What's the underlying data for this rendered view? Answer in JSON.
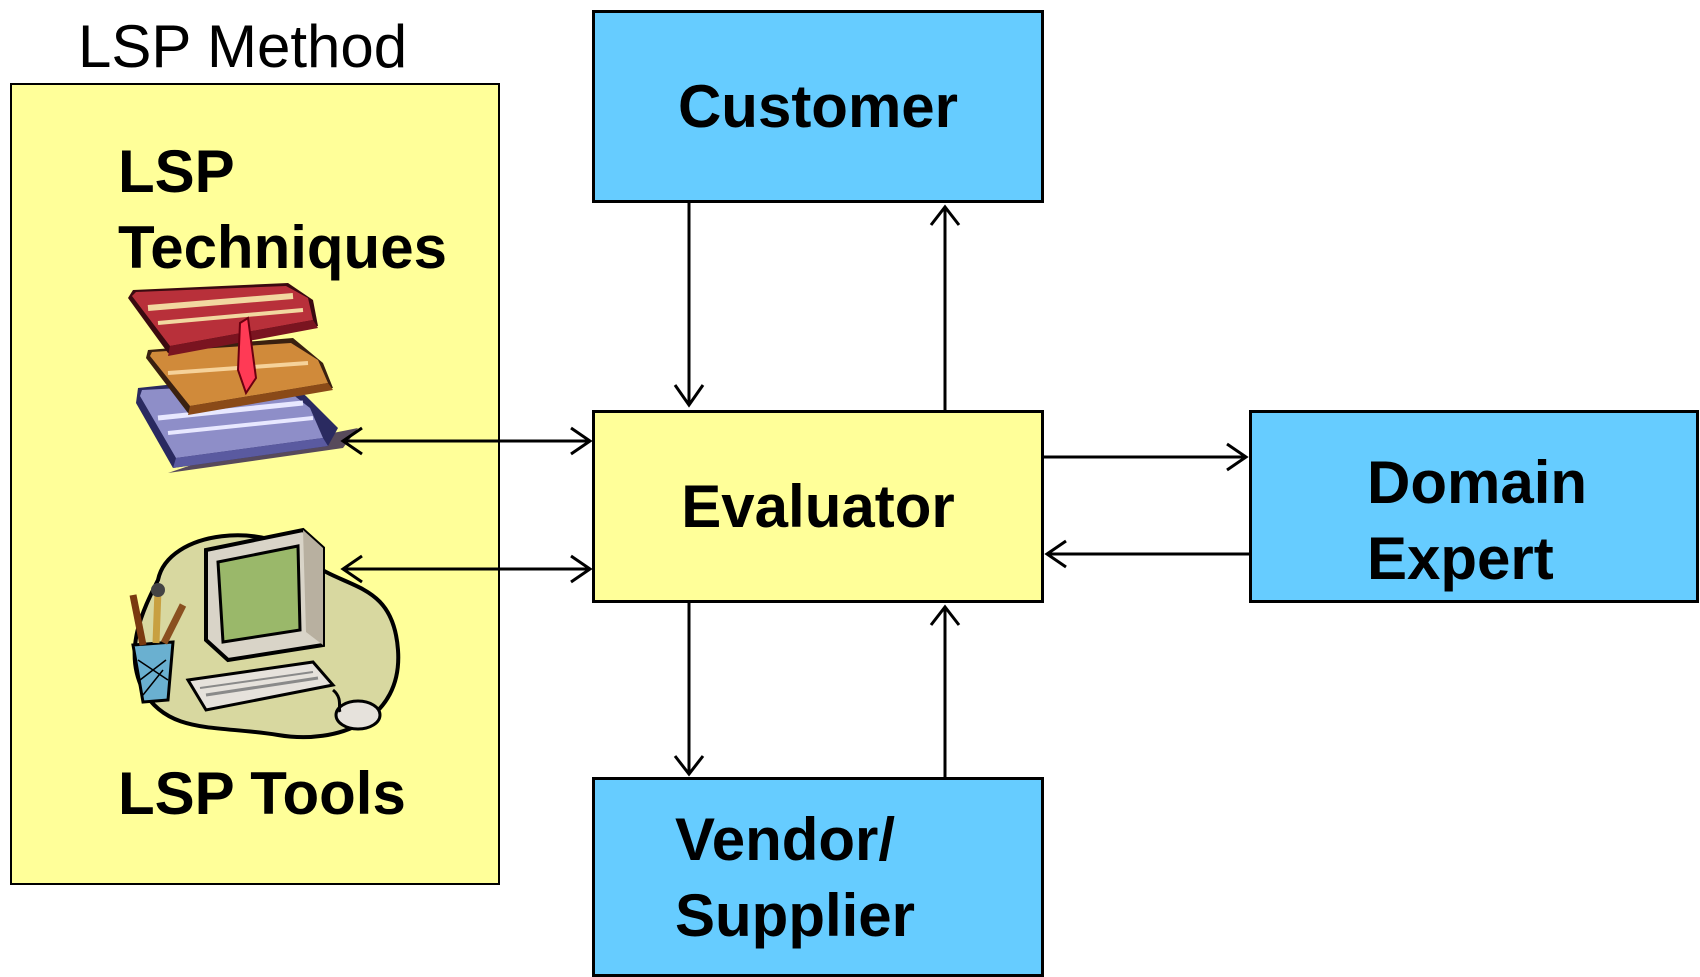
{
  "method": {
    "title": "LSP Method",
    "techniques_line1": "LSP",
    "techniques_line2": "Techniques",
    "tools_label": "LSP Tools"
  },
  "nodes": {
    "customer": "Customer",
    "evaluator": "Evaluator",
    "domain_line1": "Domain",
    "domain_line2": "Expert",
    "vendor_line1": "Vendor/",
    "vendor_line2": "Supplier"
  },
  "colors": {
    "blue_box": "#66ccff",
    "yellow_box": "#ffff99"
  },
  "icons": [
    "books-icon",
    "computer-icon"
  ]
}
